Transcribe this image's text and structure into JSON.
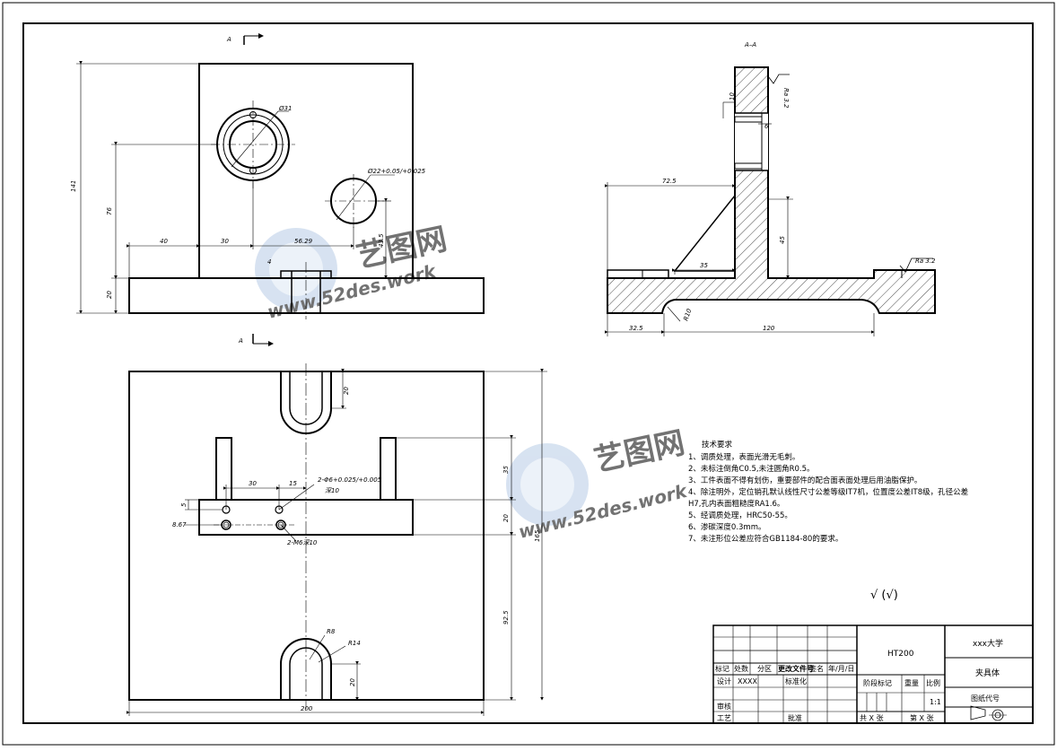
{
  "section_label_top": "A",
  "section_label_bottom": "A",
  "section_view_title": "A–A",
  "front_view": {
    "dim_141": "141",
    "dim_76": "76",
    "dim_20": "20",
    "dim_40": "40",
    "dim_30": "30",
    "dim_5629": "56.29",
    "dim_435": "43.5",
    "dim_4": "4",
    "dim_phi31": "Ø31",
    "dim_phi22": "Ø22+0.05/+0.025"
  },
  "section_view": {
    "dim_725": "72.5",
    "dim_45": "45",
    "dim_35": "35",
    "dim_325": "32.5",
    "dim_120": "120",
    "dim_r10": "R10",
    "dim_10": "10",
    "dim_6": "6",
    "rough_1": "Ra 3.2",
    "rough_2": "Ra 3.2"
  },
  "top_view": {
    "dim_20_top": "20",
    "dim_35": "35",
    "dim_20_mid": "20",
    "dim_925": "92.5",
    "dim_165": "165",
    "dim_20_bot": "20",
    "dim_200": "200",
    "dim_30": "30",
    "dim_15": "15",
    "dim_5": "5",
    "dim_867": "8.67",
    "dim_r8": "R8",
    "dim_r14": "R14",
    "note_holes": "2-Φ6+0.025/+0.005",
    "note_depth": "深10",
    "note_thread": "2-M6深10"
  },
  "tech_requirements": {
    "title": "技术要求",
    "items": [
      "1、调质处理，表面光滑无毛刺。",
      "2、未标注倒角C0.5,未注圆角R0.5。",
      "3、工件表面不得有划伤，重要部件的配合面表面处理后用油脂保护。",
      "4、除注明外，定位销孔默认线性尺寸公差等级IT7机，位置度公差IT8级，孔径公差",
      "H7,孔内表面粗糙度RA1.6。",
      "5、经调质处理，HRC50-55。",
      "6、渗碳深度0.3mm。",
      "7、未注形位公差应符合GB1184-80的要求。"
    ],
    "roughness_mark": "√ (√)"
  },
  "watermark": {
    "brand": "艺图网",
    "url": "www.52des.work"
  },
  "title_block": {
    "material": "HT200",
    "school": "xxx大学",
    "part_name": "夹具体",
    "drawing_code": "图纸代号",
    "scale_label": "比例",
    "scale_value": "1:1",
    "weight_label": "重量",
    "stage_label": "阶段标记",
    "sheets_total": "共  X  张",
    "sheet_no": "第  X  张",
    "h_mark": "标记",
    "h_count": "处数",
    "h_zone": "分区",
    "h_doc": "更改文件号",
    "h_sign": "签名",
    "h_date": "年/月/日",
    "design": "设计",
    "designer": "XXXX",
    "standard": "标准化",
    "review": "审核",
    "process": "工艺",
    "approve": "批准"
  }
}
